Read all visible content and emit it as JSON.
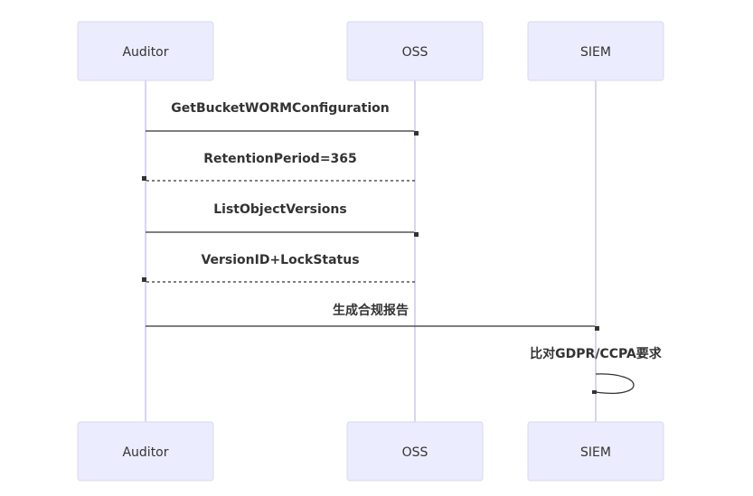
{
  "participants": [
    {
      "id": "auditor",
      "label": "Auditor"
    },
    {
      "id": "oss",
      "label": "OSS"
    },
    {
      "id": "siem",
      "label": "SIEM"
    }
  ],
  "messages": [
    {
      "from": "auditor",
      "to": "oss",
      "label": "GetBucketWORMConfiguration",
      "style": "solid"
    },
    {
      "from": "oss",
      "to": "auditor",
      "label": "RetentionPeriod=365",
      "style": "dashed"
    },
    {
      "from": "auditor",
      "to": "oss",
      "label": "ListObjectVersions",
      "style": "solid"
    },
    {
      "from": "oss",
      "to": "auditor",
      "label": "VersionID+LockStatus",
      "style": "dashed"
    },
    {
      "from": "auditor",
      "to": "siem",
      "label": "生成合规报告",
      "style": "solid"
    },
    {
      "from": "siem",
      "to": "siem",
      "label": "比对GDPR/CCPA要求",
      "style": "solid"
    }
  ]
}
